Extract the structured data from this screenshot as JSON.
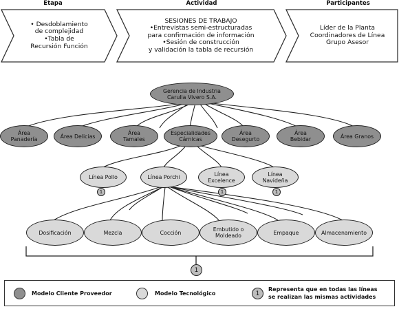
{
  "header": {
    "etapa": "Etapa",
    "actividad": "Actividad",
    "participantes": "Participantes"
  },
  "etapa_box": {
    "lines": [
      "• Desdoblamiento",
      "de complejidad",
      "•Tabla de",
      "Recursión Función"
    ]
  },
  "actividad_box": {
    "lines": [
      "SESIONES DE TRABAJO",
      "•Entrevistas semi-estructuradas",
      "para confirmación de información",
      "•Sesión de construcción",
      "y validación la tabla de recursión"
    ]
  },
  "participantes_box": {
    "lines": [
      "Líder de la Planta",
      "Coordinadores de Línea",
      "Grupo Asesor"
    ]
  },
  "root": {
    "lines": [
      "Gerencia de Industria",
      "Carulla Vivero S.A."
    ]
  },
  "areas": [
    {
      "lines": [
        "Área",
        "Panadería"
      ]
    },
    {
      "lines": [
        "Área Delicias"
      ]
    },
    {
      "lines": [
        "Área",
        "Tamales"
      ]
    },
    {
      "lines": [
        "Especialidades",
        "Cárnicas"
      ]
    },
    {
      "lines": [
        "Área",
        "Desegurto"
      ]
    },
    {
      "lines": [
        "Área",
        "Bebidar"
      ]
    },
    {
      "lines": [
        "Área Granos"
      ]
    }
  ],
  "lineas": [
    {
      "lines": [
        "Línea Pollo"
      ]
    },
    {
      "lines": [
        "Línea Porchi"
      ]
    },
    {
      "lines": [
        "Línea",
        "Excelence"
      ]
    },
    {
      "lines": [
        "Línea",
        "Navideña"
      ]
    }
  ],
  "line_markers": [
    "1",
    "1",
    "1"
  ],
  "actividades": [
    {
      "lines": [
        "Dosificación"
      ]
    },
    {
      "lines": [
        "Mezcla"
      ]
    },
    {
      "lines": [
        "Cocción"
      ]
    },
    {
      "lines": [
        "Embutido o",
        "Moldeado"
      ]
    },
    {
      "lines": [
        "Empaque"
      ]
    },
    {
      "lines": [
        "Almacenamiento"
      ]
    }
  ],
  "bracket_marker": "1",
  "legend": {
    "cliente_proveedor": "Modelo Cliente Proveedor",
    "tecnologico": "Modelo Tecnológico",
    "marker": "1",
    "nota_line1": "Representa que en todas las líneas",
    "nota_line2": "se realizan las mismas actividades"
  },
  "colors": {
    "dark_node": "#8f8f8f",
    "light_node": "#d9d9d9",
    "marker": "#bdbdbd"
  }
}
